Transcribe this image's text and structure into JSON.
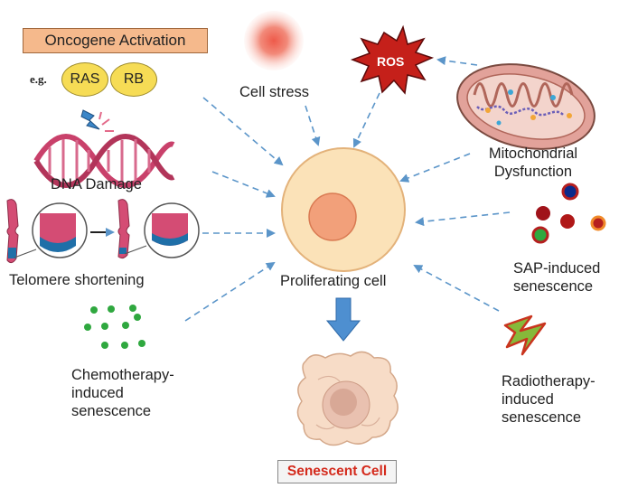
{
  "oncogene": {
    "title": "Oncogene Activation",
    "eg": "e.g.",
    "examples": [
      "RAS",
      "RB"
    ]
  },
  "labels": {
    "cell_stress": "Cell stress",
    "ros": "ROS",
    "mito": "Mitochondrial\nDysfunction",
    "dna": "DNA Damage",
    "telomere": "Telomere shortening",
    "proliferating": "Proliferating cell",
    "sap": "SAP-induced\nsenescence",
    "chemo": "Chemotherapy-\ninduced\nsenescence",
    "radio": "Radiotherapy-\ninduced\nsenescence",
    "senescent": "Senescent Cell"
  },
  "colors": {
    "arrow": "#5b95c9",
    "cell_outer": "#fbe2b8",
    "cell_nucleus": "#f2a07a",
    "senescent_text": "#d42a1c",
    "ros_star": "#c5201a",
    "dna_pink": "#c9416b",
    "telomere_blue": "#1f6fa8",
    "chemo_green": "#2fa83f",
    "mito_body": "#e2a29a",
    "oncogene_box": "#f5b98c",
    "oval_yellow": "#f6dc55"
  },
  "icons": [
    "ros-star-icon",
    "mitochondrion-icon",
    "dna-helix-icon",
    "lightning-bolt-icon",
    "chromosome-icon",
    "stress-glow-icon",
    "sap-particles-icon",
    "chemo-dots-icon",
    "radiation-bolt-icon",
    "senescent-cell-icon",
    "down-arrow-icon"
  ]
}
